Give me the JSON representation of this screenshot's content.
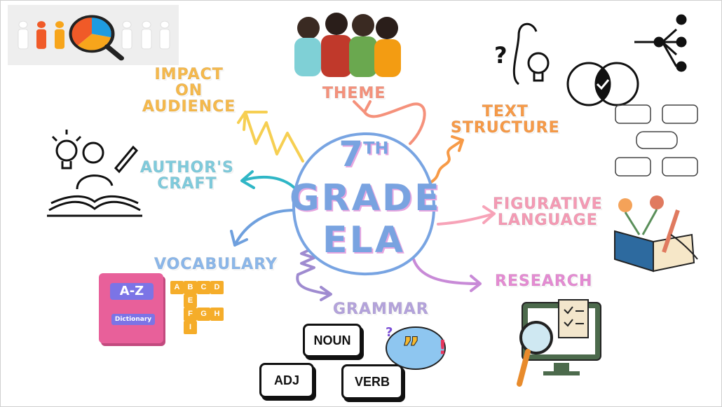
{
  "center": {
    "line1": "7",
    "sup": "TH",
    "line2": "GRADE",
    "line3": "ELA"
  },
  "branches": {
    "impact": {
      "line1": "IMPACT",
      "line2": "ON",
      "line3": "AUDIENCE",
      "color": "#f6b94b"
    },
    "theme": {
      "label": "THEME",
      "color": "#f5917b"
    },
    "text_structure": {
      "line1": "TEXT",
      "line2": "STRUCTURE",
      "color": "#f79a47"
    },
    "authors_craft": {
      "line1": "AUTHOR'S",
      "line2": "CRAFT",
      "color": "#7fcbdc"
    },
    "figurative": {
      "line1": "FIGURATIVE",
      "line2": "LANGUAGE",
      "color": "#f59ab4"
    },
    "vocabulary": {
      "label": "VOCABULARY",
      "color": "#8bb7ea"
    },
    "research": {
      "label": "RESEARCH",
      "color": "#e58bd3"
    },
    "grammar": {
      "label": "GRAMMAR",
      "color": "#b4a3dc"
    }
  },
  "dictionary": {
    "title": "A-Z",
    "subtitle": "Dictionary"
  },
  "letter_tiles": [
    "A",
    "B",
    "C",
    "D",
    "E",
    "F",
    "G",
    "H",
    "I"
  ],
  "word_boxes": {
    "noun": "NOUN",
    "adj": "ADJ",
    "verb": "VERB"
  }
}
